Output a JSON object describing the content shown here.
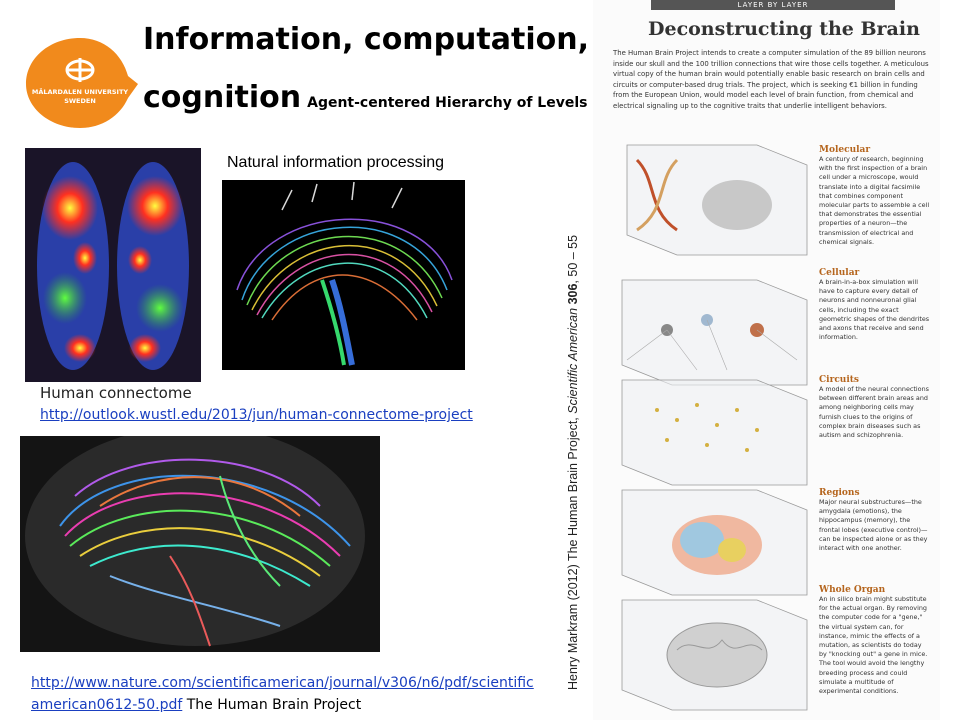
{
  "logo": {
    "line1": "MÄLARDALEN UNIVERSITY",
    "line2": "SWEDEN",
    "color": "#f18a1c"
  },
  "title": {
    "line1": "Information, computation,",
    "line2_main": "cognition",
    "line2_sub": "Agent-centered Hierarchy of Levels"
  },
  "captions": {
    "natural": "Natural information processing",
    "connectome": "Human connectome",
    "connectome_link": "http://outlook.wustl.edu/2013/jun/human-connectome-project"
  },
  "reference": {
    "link_line1": "http://www.nature.com/scientificamerican/journal/v306/n6/pdf/scientific",
    "link_line2": "american0612-50.pdf",
    "suffix": " The Human Brain Project"
  },
  "citation": {
    "part1": "Henry Markram (2012) The Human Brain Project, ",
    "journal": "Scientific American",
    "volume": "306",
    "pages": ", 50 – 55"
  },
  "poster": {
    "header": "LAYER BY LAYER",
    "title": "Deconstructing the Brain",
    "intro": "The Human Brain Project intends to create a computer simulation of the 89 billion neurons inside our skull and the 100 trillion connections that wire those cells together. A meticulous virtual copy of the human brain would potentially enable basic research on brain cells and circuits or computer-based drug trials. The project, which is seeking €1 billion in funding from the European Union, would model each level of brain function, from chemical and electrical signaling up to the cognitive traits that underlie intelligent behaviors.",
    "levels": [
      {
        "title": "Molecular",
        "body": "A century of research, beginning with the first inspection of a brain cell under a microscope, would translate into a digital facsimile that combines component molecular parts to assemble a cell that demonstrates the essential properties of a neuron—the transmission of electrical and chemical signals."
      },
      {
        "title": "Cellular",
        "body": "A brain-in-a-box simulation will have to capture every detail of neurons and nonneuronal glial cells, including the exact geometric shapes of the dendrites and axons that receive and send information."
      },
      {
        "title": "Circuits",
        "body": "A model of the neural connections between different brain areas and among neighboring cells may furnish clues to the origins of complex brain diseases such as autism and schizophrenia."
      },
      {
        "title": "Regions",
        "body": "Major neural substructures—the amygdala (emotions), the hippocampus (memory), the frontal lobes (executive control)—can be inspected alone or as they interact with one another."
      },
      {
        "title": "Whole Organ",
        "body": "An in silico brain might substitute for the actual organ. By removing the computer code for a \"gene,\" the virtual system can, for instance, mimic the effects of a mutation, as scientists do today by \"knocking out\" a gene in mice. The tool would avoid the lengthy breeding process and could simulate a multitude of experimental conditions."
      }
    ]
  }
}
